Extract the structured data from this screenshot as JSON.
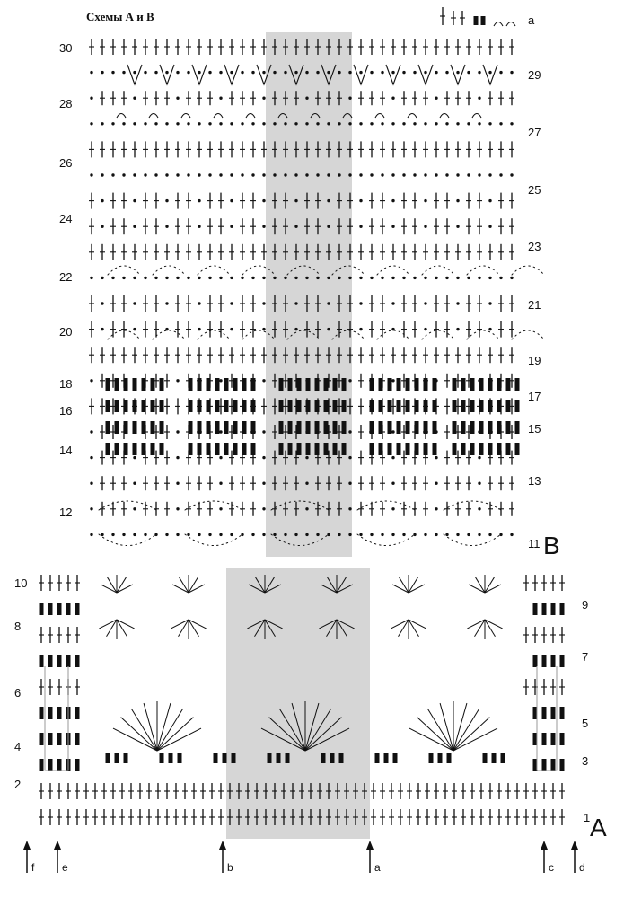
{
  "title": "Схемы А и В",
  "legend_label": "a",
  "chart_B": {
    "label": "B",
    "rows_left": [
      "30",
      "28",
      "26",
      "24",
      "22",
      "20",
      "18",
      "16",
      "14",
      "12"
    ],
    "rows_right": [
      "29",
      "27",
      "25",
      "23",
      "21",
      "19",
      "17",
      "15",
      "13",
      "11"
    ]
  },
  "chart_A": {
    "label": "A",
    "rows_left": [
      "10",
      "8",
      "6",
      "4",
      "2"
    ],
    "rows_right": [
      "9",
      "7",
      "5",
      "3",
      "1"
    ],
    "markers": [
      "f",
      "e",
      "b",
      "a",
      "c",
      "d"
    ]
  },
  "colors": {
    "repeat_shade": "#d6d6d6",
    "ink": "#111111",
    "guide_line": "#9a9a9a"
  },
  "symbols": [
    "chain-dot",
    "double-crochet",
    "single-crochet",
    "treble-cluster",
    "fan",
    "chain-arc",
    "block-stitch"
  ]
}
